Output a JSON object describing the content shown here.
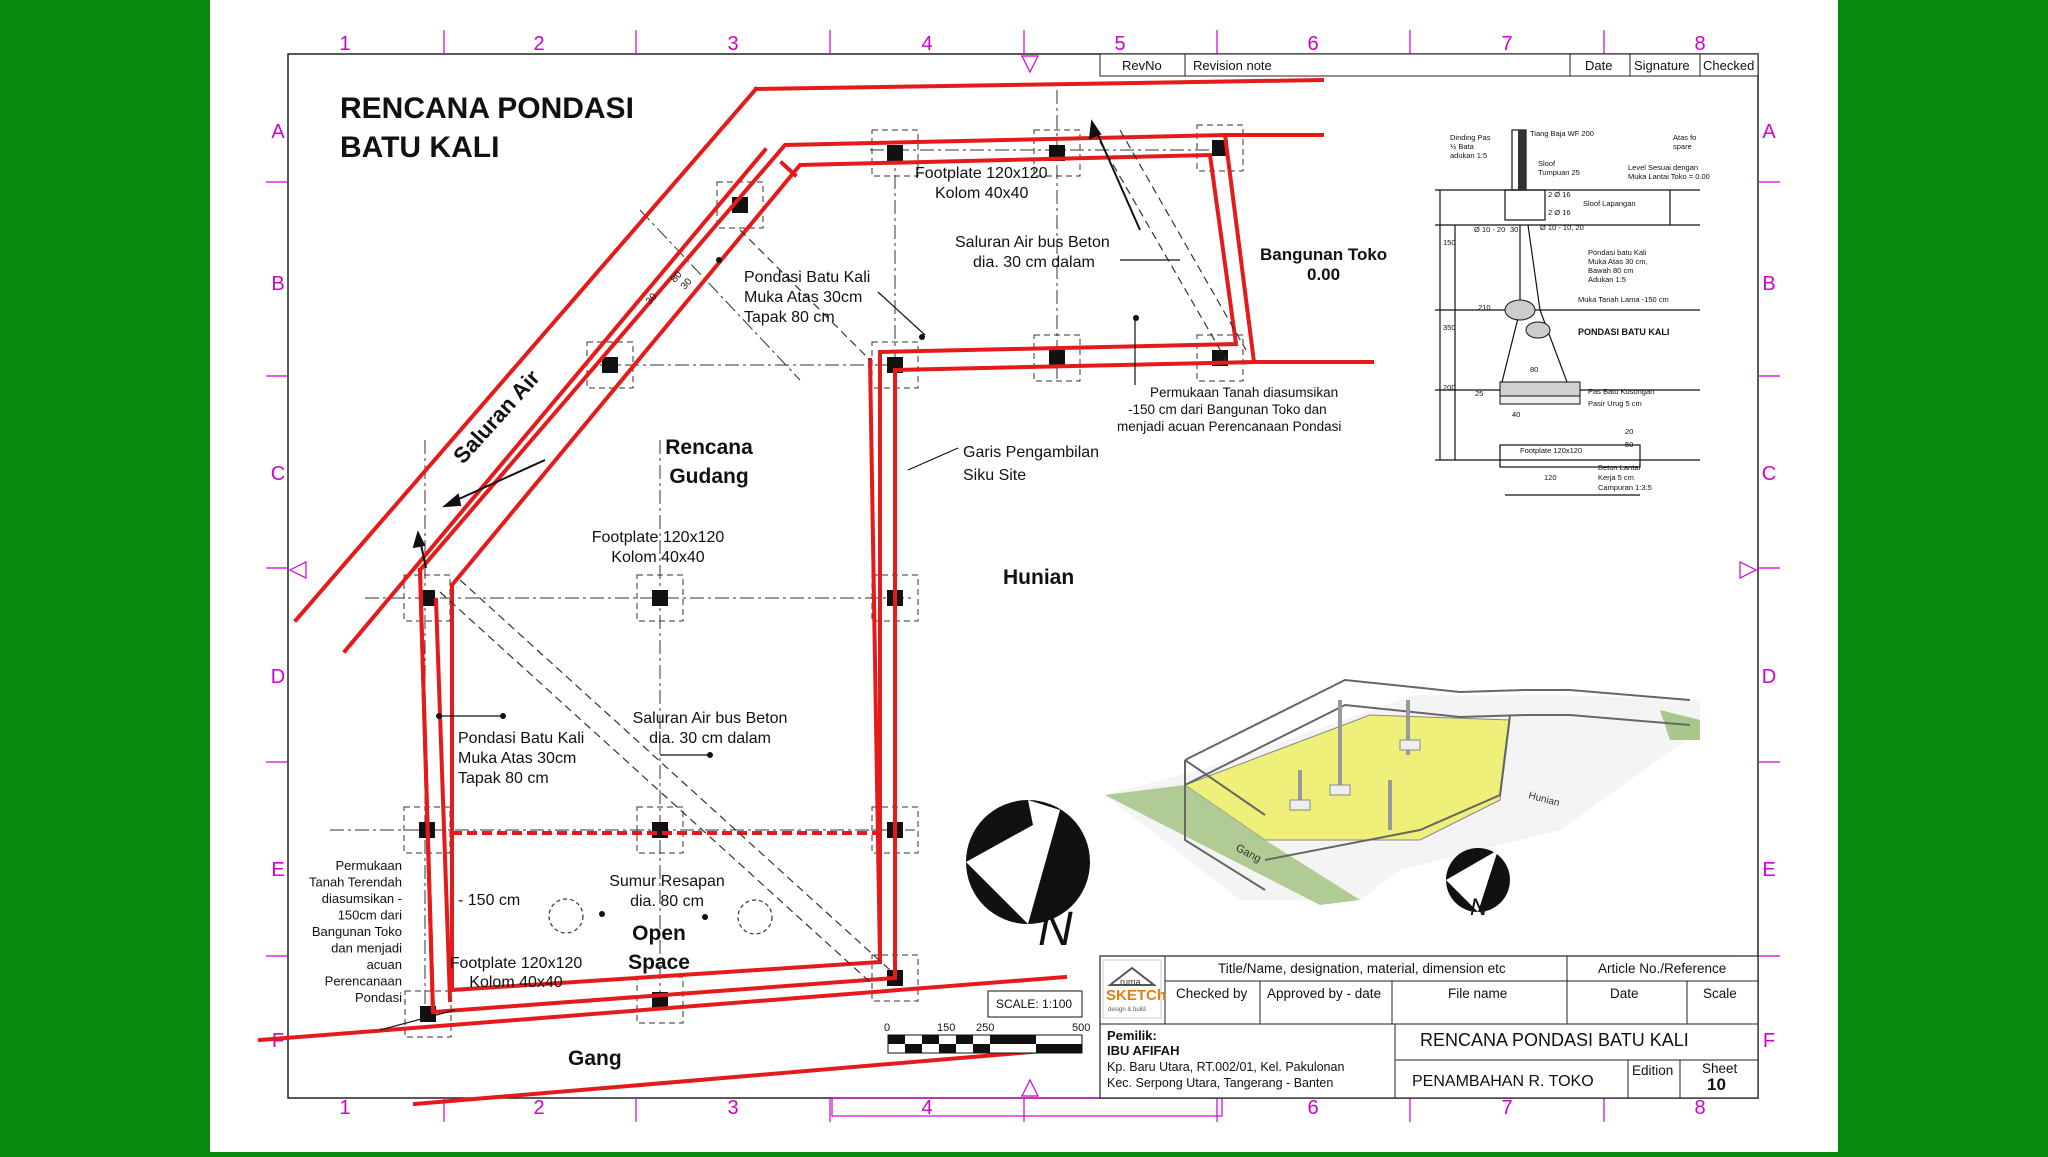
{
  "colors": {
    "background": "#0a8a10",
    "paper": "#ffffff",
    "foundation": "#e51b1b",
    "grid_ref": "#d000d0",
    "ink": "#111111",
    "floor_fill": "#eef07a"
  },
  "grid_columns": [
    "1",
    "2",
    "3",
    "4",
    "5",
    "6",
    "7",
    "8"
  ],
  "grid_rows": [
    "A",
    "B",
    "C",
    "D",
    "E",
    "F"
  ],
  "title_lines": [
    "RENCANA PONDASI",
    "BATU KALI"
  ],
  "revision": {
    "revno": "RevNo",
    "note": "Revision note",
    "date": "Date",
    "signature": "Signature",
    "checked": "Checked"
  },
  "labels": {
    "footplate_top": [
      "Footplate 120x120",
      "Kolom 40x40"
    ],
    "footplate_mid": [
      "Footplate 120x120",
      "Kolom 40x40"
    ],
    "footplate_bot": [
      "Footplate 120x120",
      "Kolom 40x40"
    ],
    "saluran_top": [
      "Saluran Air bus Beton",
      "dia. 30 cm dalam"
    ],
    "saluran_mid": [
      "Saluran Air bus Beton",
      "dia. 30 cm dalam"
    ],
    "bangunan_toko": [
      "Bangunan Toko",
      "0.00"
    ],
    "pondasi_top": [
      "Pondasi Batu Kali",
      "Muka Atas 30cm",
      "Tapak 80 cm"
    ],
    "pondasi_left": [
      "Pondasi Batu Kali",
      "Muka Atas 30cm",
      "Tapak 80 cm"
    ],
    "permukaan_right": [
      "Permukaan Tanah diasumsikan",
      "-150 cm dari Bangunan Toko dan",
      "menjadi acuan Perencanaan Pondasi"
    ],
    "garis": [
      "Garis Pengambilan",
      "Siku Site"
    ],
    "saluran_air": "Saluran Air",
    "gudang": [
      "Rencana",
      "Gudang"
    ],
    "hunian": "Hunian",
    "permukaan_left": [
      "Permukaan",
      "Tanah Terendah",
      "diasumsikan -",
      "150cm dari",
      "Bangunan Toko",
      "dan menjadi",
      "acuan",
      "Perencanaan",
      "Pondasi"
    ],
    "minus150": "- 150 cm",
    "sumur": [
      "Sumur Resapan",
      "dia. 80 cm"
    ],
    "open_space": [
      "Open",
      "Space"
    ],
    "gang": "Gang",
    "dim_30": "30",
    "dim_80": "80",
    "north": "N"
  },
  "scale_bar": {
    "ticks": [
      "0",
      "150",
      "250",
      "500"
    ],
    "scale_label": "SCALE: 1:100"
  },
  "detail": {
    "labels": [
      "Dinding Pas",
      "½ Bata",
      "adukan 1:5",
      "Tiang Baja WF 200",
      "Atas fo",
      "spare",
      "Sloof",
      "Tumpuan 25",
      "Level Sesuai dengan",
      "Muka Lantai Toko = 0.00",
      "2 Ø 16",
      "Sloof Lapangan",
      "2 Ø 16",
      "Ø 10 - 20",
      "Ø 10 - 10, 20",
      "30",
      "Pondasi batu Kali",
      "Muka Atas 30 cm,",
      "Bawah 80 cm",
      "Adukan 1:5",
      "Muka Tanah Lama -150 cm",
      "PONDASI BATU KALI",
      "Pas Batu Kosongan",
      "Pasir Urug 5 cm",
      "Footplate 120x120",
      "Beton Lantai",
      "Kerja 5 cm",
      "Campuran 1:3:5",
      "120",
      "80",
      "40",
      "350",
      "200",
      "150",
      "210",
      "25",
      "20",
      "50"
    ]
  },
  "iso_labels": {
    "gang": "Gang",
    "hunian": "Hunian",
    "north": "N"
  },
  "title_block": {
    "logo_top": "ruma",
    "logo_main": "SKETCh",
    "logo_sub": "design & build",
    "title_header": "Title/Name, designation, material, dimension etc",
    "article_header": "Article No./Reference",
    "checked_by": "Checked by",
    "approved_by": "Approved by - date",
    "file_name": "File name",
    "date": "Date",
    "scale": "Scale",
    "owner_label": "Pemilik:",
    "owner_name": "IBU AFIFAH",
    "address_1": "Kp. Baru Utara, RT.002/01, Kel. Pakulonan",
    "address_2": "Kec. Serpong Utara, Tangerang - Banten",
    "drawing_title": "RENCANA  PONDASI BATU KALI",
    "project": "PENAMBAHAN R. TOKO",
    "edition": "Edition",
    "sheet_label": "Sheet",
    "sheet_no": "10"
  }
}
